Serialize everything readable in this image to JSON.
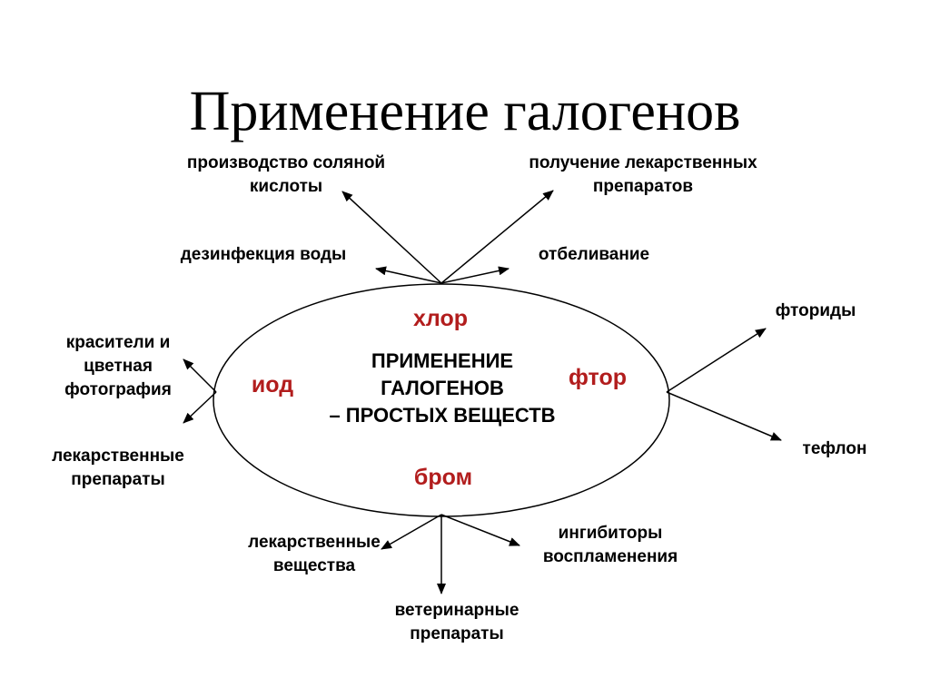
{
  "title": "Применение галогенов",
  "center": "ПРИМЕНЕНИЕ\nГАЛОГЕНОВ\n– ПРОСТЫХ ВЕЩЕСТВ",
  "colors": {
    "element_text": "#b21d1d",
    "line": "#000000",
    "text": "#000000"
  },
  "elements": {
    "chlorine": {
      "name": "хлор",
      "uses": [
        "производство соляной\nкислоты",
        "получение лекарственных\nпрепаратов",
        "дезинфекция воды",
        "отбеливание"
      ]
    },
    "iodine": {
      "name": "иод",
      "uses": [
        "красители и\nцветная\nфотография",
        "лекарственные\nпрепараты"
      ]
    },
    "fluorine": {
      "name": "фтор",
      "uses": [
        "фториды",
        "тефлон"
      ]
    },
    "bromine": {
      "name": "бром",
      "uses": [
        "лекарственные\nвещества",
        "ингибиторы\nвоспламенения",
        "ветеринарные\nпрепараты"
      ]
    }
  }
}
